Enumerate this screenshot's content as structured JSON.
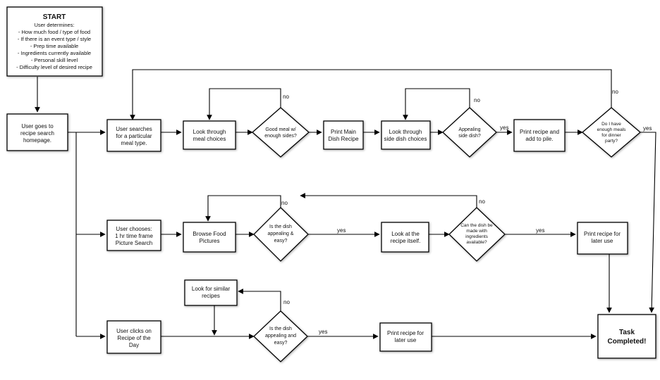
{
  "start": {
    "title": "START",
    "lines": [
      "User determines:",
      "- How much food / type of food",
      "- If there is an event type / style",
      "- Prep time available",
      "- Ingredients currently available",
      "- Personal skill level",
      "- Difficulty level of desired recipe"
    ]
  },
  "nodes": {
    "homepage": [
      "User goes to",
      "recipe search",
      "homepage."
    ],
    "search_meal": [
      "User searches",
      "for a particular",
      "meal type."
    ],
    "look_meal": [
      "Look through",
      "meal choices"
    ],
    "good_meal": [
      "Good meal w/",
      "enough sides?"
    ],
    "print_main": [
      "Print Main",
      "Dish Recipe"
    ],
    "look_side": [
      "Look through",
      "side dish choices"
    ],
    "appealing_side": [
      "Appealing",
      "side dish?"
    ],
    "print_pile": [
      "Print recipe and",
      "add to pile."
    ],
    "enough_meals": [
      "Do I have",
      "enough meals",
      "for dinner",
      "party?"
    ],
    "choose_picture": [
      "User chooses:",
      "1 hr time frame",
      "Picture Search"
    ],
    "browse_food": [
      "Browse Food",
      "Pictures"
    ],
    "appealing_easy_1": [
      "Is the dish",
      "appealing &",
      "easy?"
    ],
    "look_recipe": [
      "Look at the",
      "recipe itself."
    ],
    "ingredients": [
      "Can the dish be",
      "made with",
      "ingredients",
      "available?"
    ],
    "print_later_1": [
      "Print recipe for",
      "later use"
    ],
    "similar": [
      "Look for similar",
      "recipes"
    ],
    "recipe_of_day": [
      "User clicks on",
      "Recipe of the",
      "Day"
    ],
    "appealing_easy_2": [
      "Is the dish",
      "appealing and",
      "easy?"
    ],
    "print_later_2": [
      "Print recipe for",
      "later use"
    ],
    "task_done": [
      "Task",
      "Completed!"
    ]
  },
  "edge_labels": {
    "no_good_meal": "no",
    "no_appealing_side": "no",
    "yes_appealing_side": "yes",
    "no_enough_meals": "no",
    "yes_enough_meals": "yes",
    "no_appealing_easy_1": "no",
    "yes_appealing_easy_1": "yes",
    "no_ingredients": "no",
    "yes_ingredients": "yes",
    "no_appealing_easy_2": "no",
    "yes_appealing_easy_2": "yes"
  },
  "colors": {
    "stroke": "#000000",
    "fill": "#ffffff",
    "text": "#111111"
  }
}
